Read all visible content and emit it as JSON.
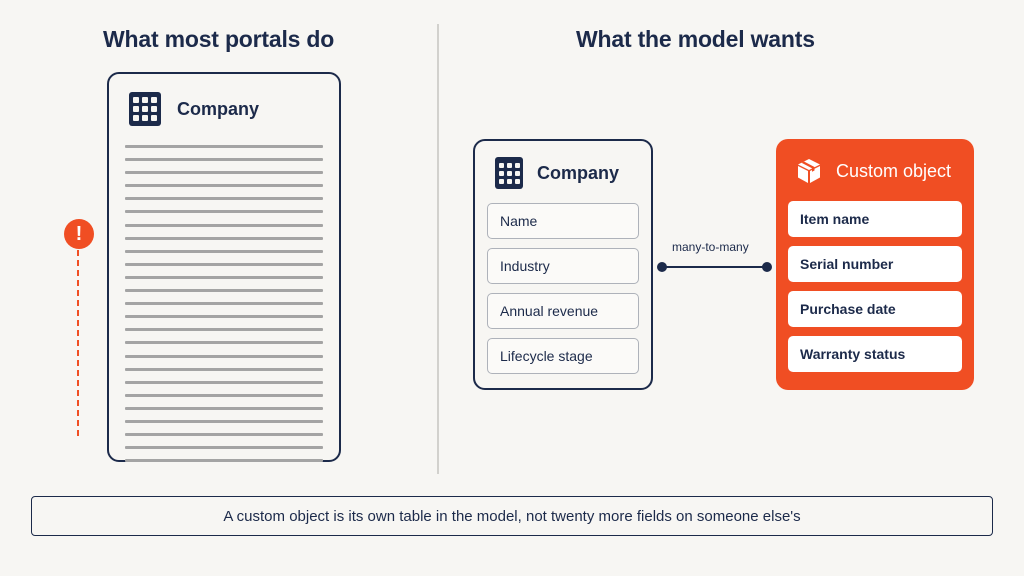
{
  "headings": {
    "left": "What most portals do",
    "right": "What the model wants"
  },
  "left_card": {
    "title": "Company",
    "icon": "building-icon",
    "line_count": 25
  },
  "warning": {
    "symbol": "!",
    "icon": "warning-icon",
    "color": "#f04e23"
  },
  "company_card": {
    "title": "Company",
    "icon": "building-icon",
    "fields": [
      "Name",
      "Industry",
      "Annual revenue",
      "Lifecycle stage"
    ]
  },
  "relationship": {
    "label": "many-to-many"
  },
  "custom_card": {
    "title": "Custom object",
    "icon": "box-icon",
    "color": "#f04e23",
    "fields": [
      "Item name",
      "Serial number",
      "Purchase date",
      "Warranty status"
    ]
  },
  "caption": "A custom object is its own table in the model, not twenty more fields on someone else's",
  "colors": {
    "navy": "#1c2a4a",
    "accent": "#f04e23",
    "background": "#f7f6f3"
  }
}
